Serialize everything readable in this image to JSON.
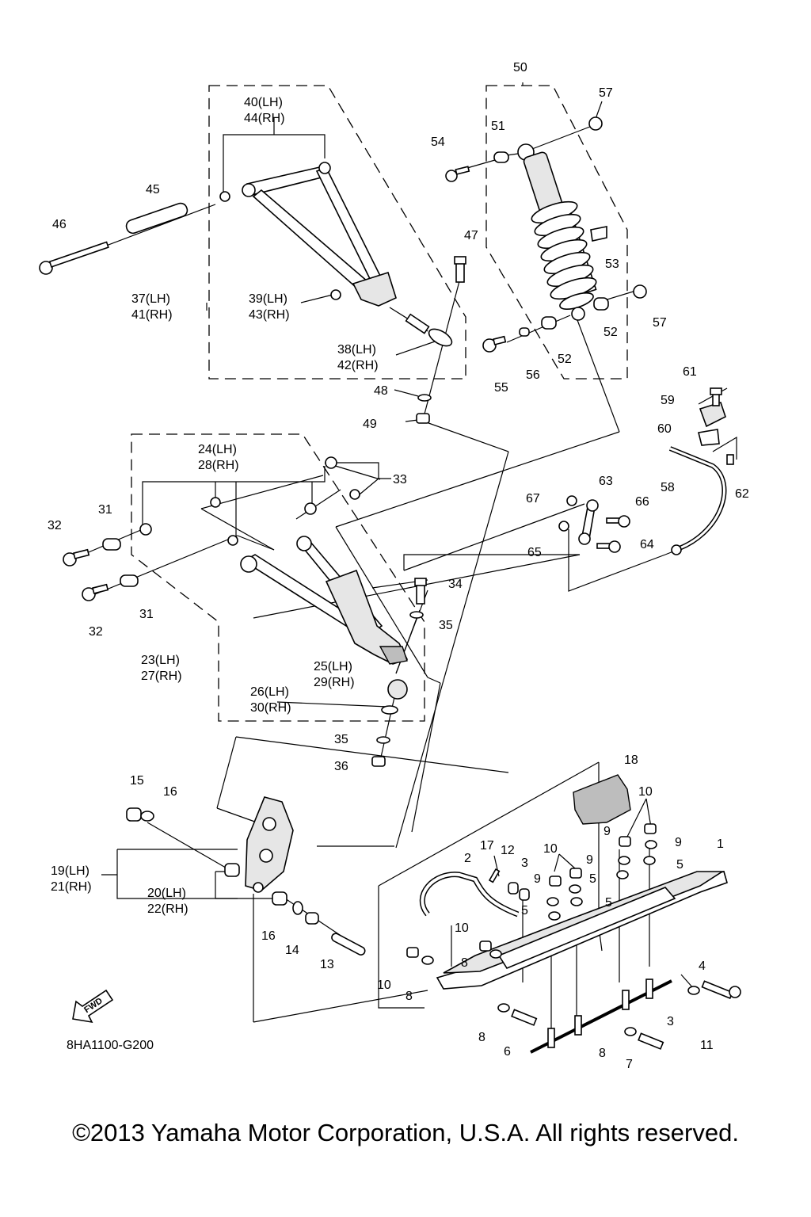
{
  "diagram_code": "8HA1100-G200",
  "copyright": "©2013 Yamaha Motor Corporation, U.S.A. All rights reserved.",
  "fwd_label": "FWD",
  "callouts": [
    "1",
    "2",
    "3",
    "3",
    "4",
    "5",
    "5",
    "5",
    "5",
    "6",
    "7",
    "8",
    "8",
    "8",
    "8",
    "9",
    "9",
    "9",
    "9",
    "10",
    "10",
    "10",
    "10",
    "10",
    "11",
    "12",
    "13",
    "14",
    "15",
    "16",
    "16",
    "17",
    "18",
    "19(LH)",
    "21(RH)",
    "20(LH)",
    "22(RH)",
    "23(LH)",
    "27(RH)",
    "24(LH)",
    "28(RH)",
    "25(LH)",
    "29(RH)",
    "26(LH)",
    "30(RH)",
    "31",
    "31",
    "32",
    "32",
    "33",
    "34",
    "35",
    "35",
    "36",
    "37(LH)",
    "41(RH)",
    "38(LH)",
    "42(RH)",
    "39(LH)",
    "43(RH)",
    "40(LH)",
    "44(RH)",
    "45",
    "46",
    "47",
    "48",
    "49",
    "50",
    "51",
    "52",
    "52",
    "53",
    "54",
    "55",
    "56",
    "57",
    "57",
    "58",
    "59",
    "60",
    "61",
    "62",
    "63",
    "64",
    "65",
    "66",
    "67"
  ]
}
